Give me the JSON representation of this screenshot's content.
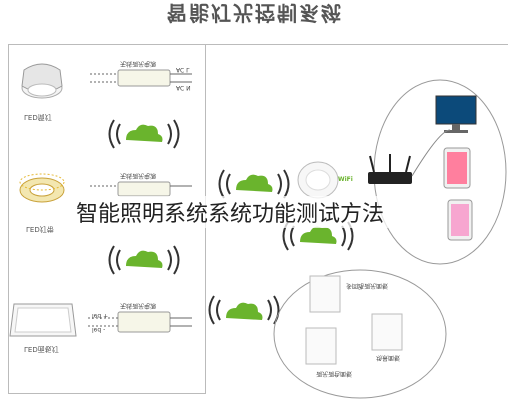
{
  "title": "智能灯光控制系统",
  "caption": "智能照明系统系统功能测试方法",
  "devices": [
    {
      "label": "LED筒灯"
    },
    {
      "label": "LED灯带"
    },
    {
      "label": "LED面板灯"
    }
  ],
  "controller_label": "无线调光电源",
  "controller_terminals": [
    "AC L",
    "AC N",
    "led +",
    "led -"
  ],
  "ap_brand": "WiFi",
  "panels": [
    {
      "label": "多回路调光面板"
    },
    {
      "label": "场景面板"
    },
    {
      "label": "调光调色面板"
    }
  ],
  "colors": {
    "cloud": "#6ab42d",
    "signal": "#333333",
    "router": "#222222",
    "line": "#888888"
  }
}
